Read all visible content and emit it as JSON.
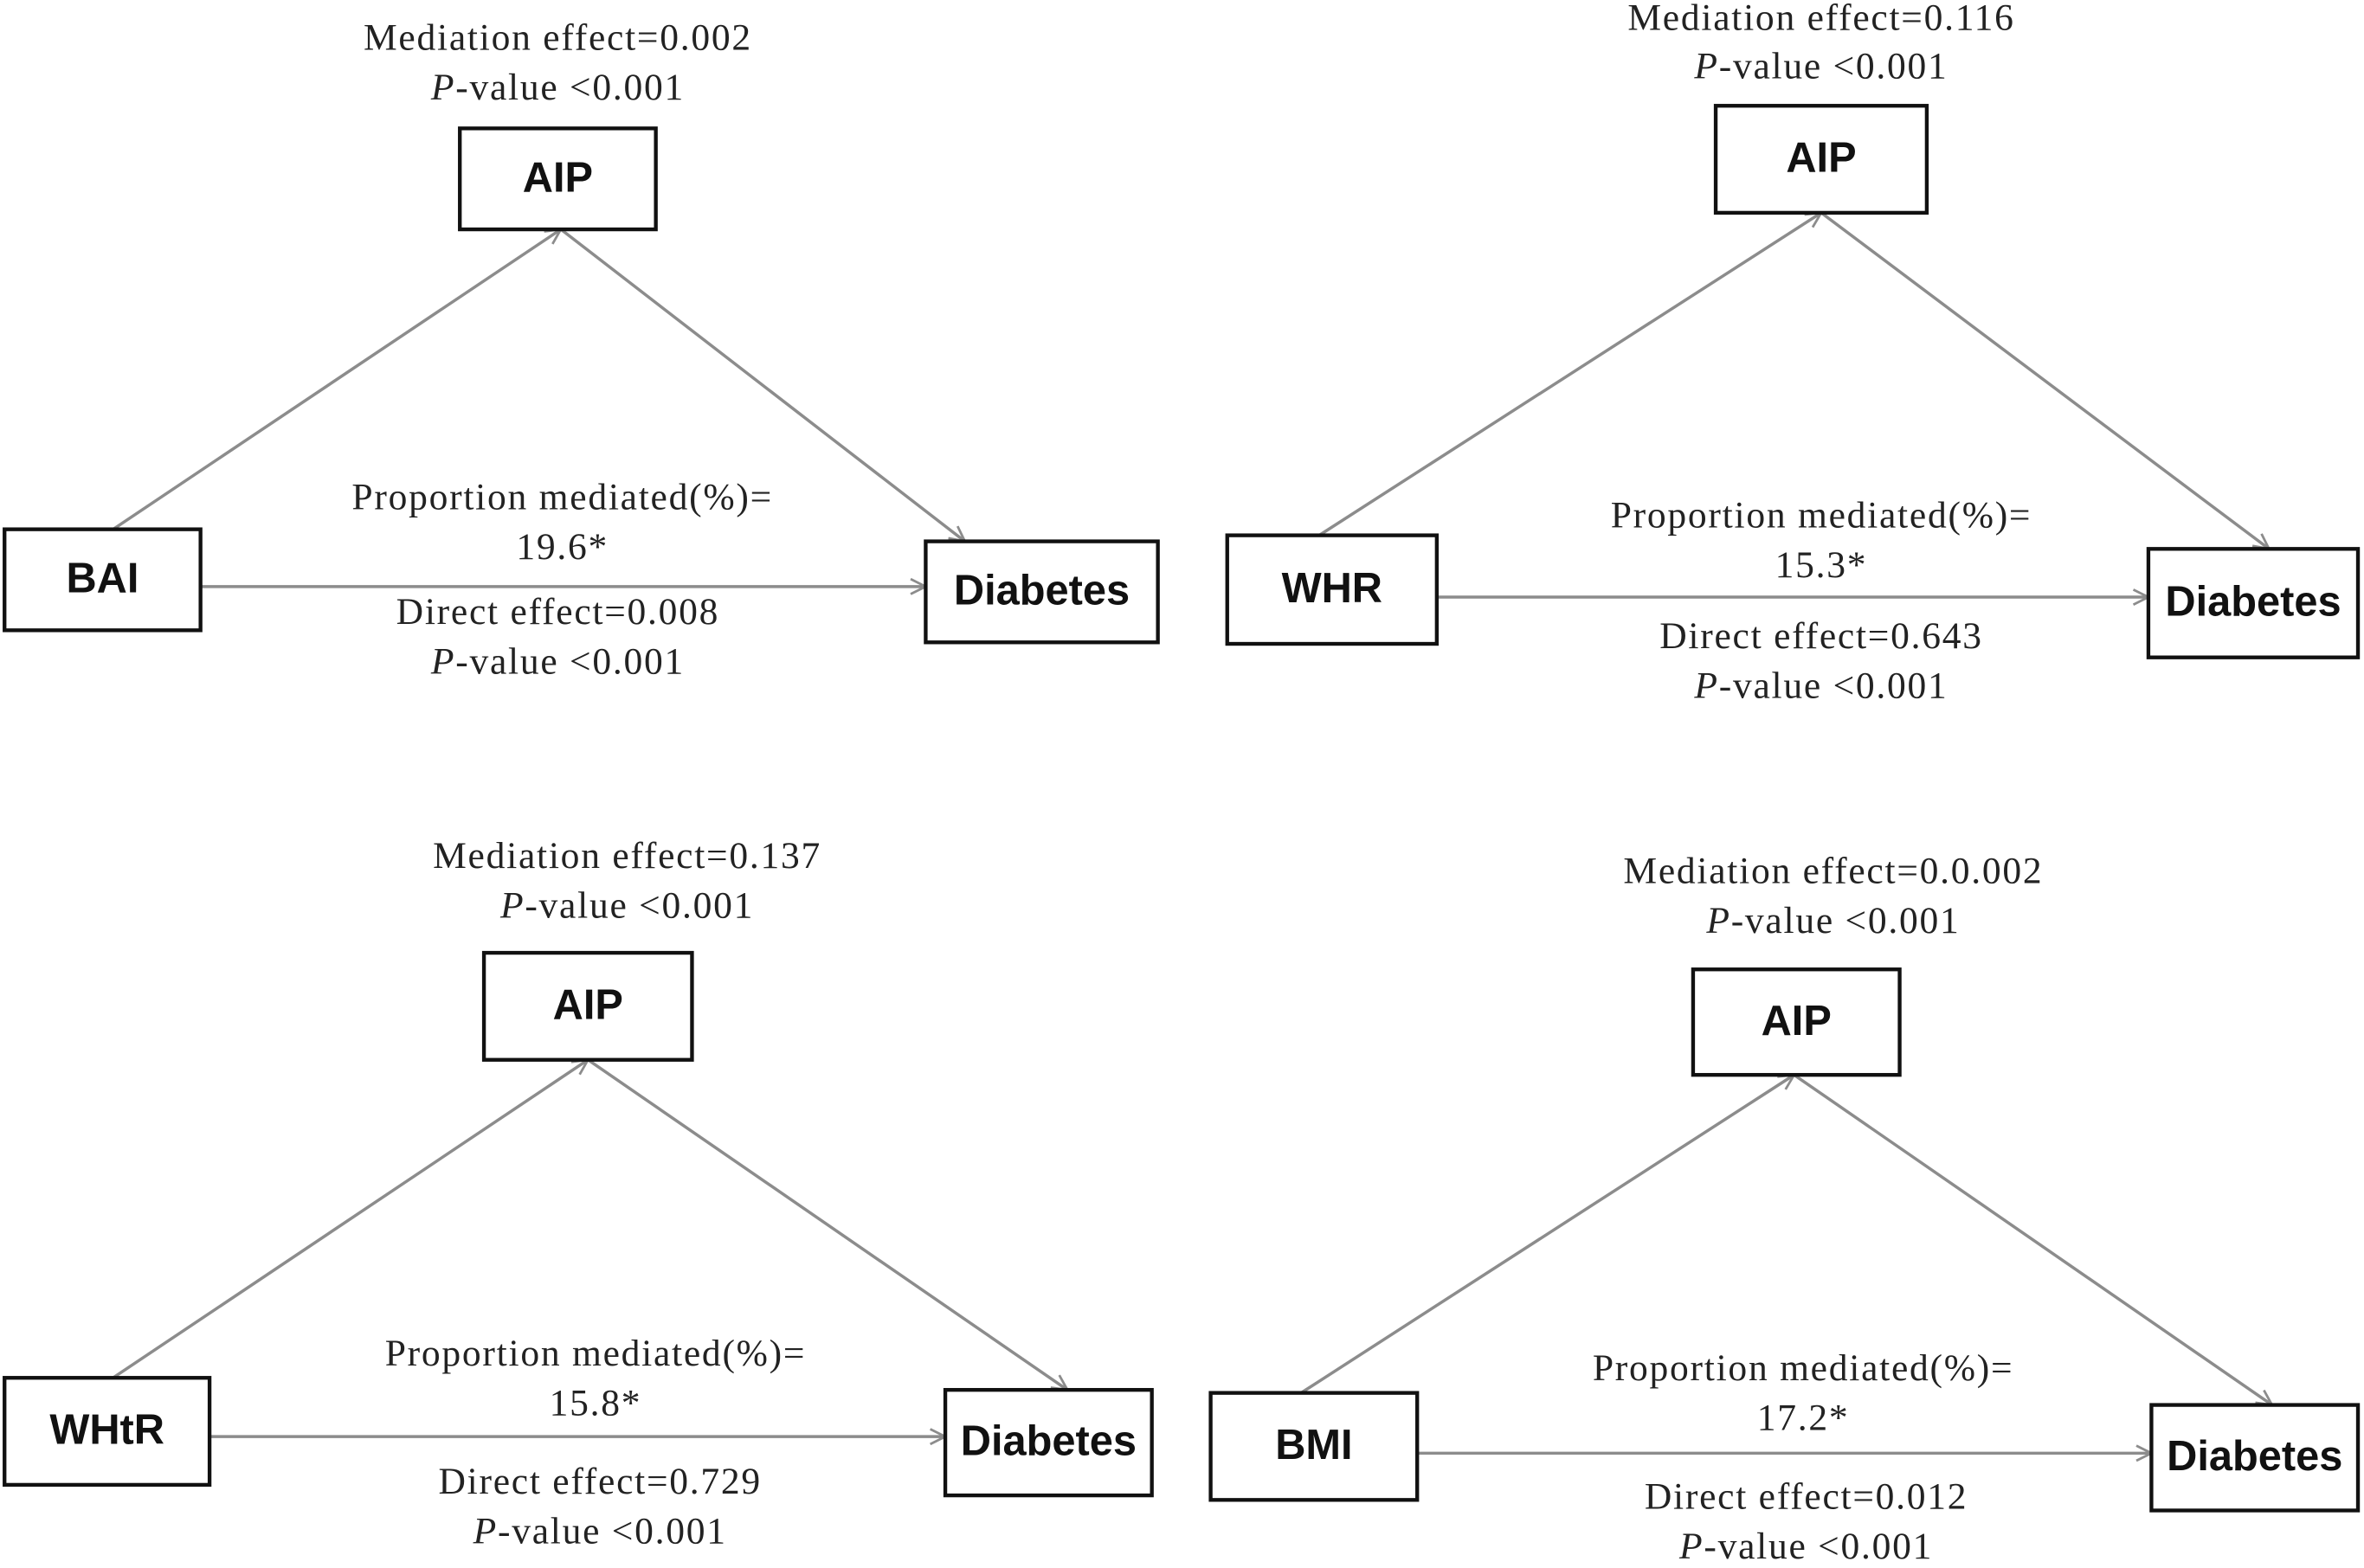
{
  "colors": {
    "edge": "#8c8c8c",
    "box_border": "#111111",
    "text": "#222222"
  },
  "panels": [
    {
      "exposure": "BAI",
      "mediator": "AIP",
      "outcome": "Diabetes",
      "mediation_effect": "Mediation effect=0.002",
      "mediation_p": "P-value <0.001",
      "proportion_label": "Proportion mediated(%)=",
      "proportion_value": "19.6*",
      "direct_effect": "Direct effect=0.008",
      "direct_p": "P-value <0.001"
    },
    {
      "exposure": "WHR",
      "mediator": "AIP",
      "outcome": "Diabetes",
      "mediation_effect": "Mediation effect=0.116",
      "mediation_p": "P-value <0.001",
      "proportion_label": "Proportion mediated(%)=",
      "proportion_value": "15.3*",
      "direct_effect": "Direct effect=0.643",
      "direct_p": "P-value <0.001"
    },
    {
      "exposure": "WHtR",
      "mediator": "AIP",
      "outcome": "Diabetes",
      "mediation_effect": "Mediation effect=0.137",
      "mediation_p": "P-value <0.001",
      "proportion_label": "Proportion mediated(%)=",
      "proportion_value": "15.8*",
      "direct_effect": "Direct effect=0.729",
      "direct_p": "P-value <0.001"
    },
    {
      "exposure": "BMI",
      "mediator": "AIP",
      "outcome": "Diabetes",
      "mediation_effect": "Mediation effect=0.0.002",
      "mediation_p": "P-value <0.001",
      "proportion_label": "Proportion mediated(%)=",
      "proportion_value": "17.2*",
      "direct_effect": "Direct effect=0.012",
      "direct_p": "P-value <0.001"
    }
  ]
}
